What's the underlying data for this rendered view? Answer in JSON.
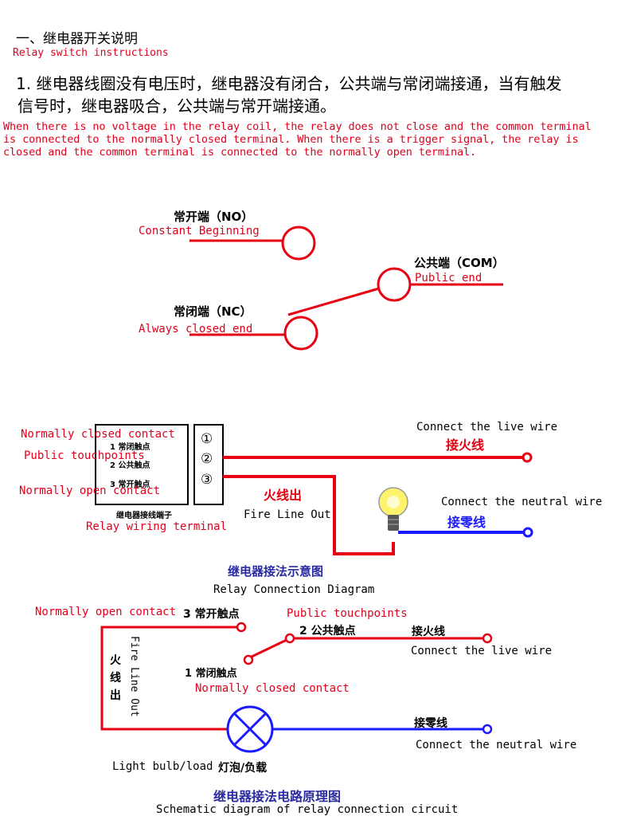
{
  "header": {
    "section_title": "一、继电器开关说明",
    "section_title_en": "Relay switch instructions",
    "point1_line1": "1. 继电器线圈没有电压时，继电器没有闭合，公共端与常闭端接通，当有触发",
    "point1_line2": "信号时，继电器吸合，公共端与常开端接通。",
    "point1_en_line1": "When there is no voltage in the relay coil, the relay does not close and the common terminal",
    "point1_en_line2": "is connected to the normally closed terminal. When there is a trigger signal, the relay is",
    "point1_en_line3": "closed and the common terminal is connected to the normally open terminal."
  },
  "diagram1": {
    "no_label": "常开端（NO）",
    "no_en": "Constant Beginning",
    "com_label": "公共端（COM）",
    "com_en": "Public end",
    "nc_label": "常闭端（NC）",
    "nc_en": "Always closed end"
  },
  "diagram2": {
    "nc_contact_en": "Normally closed contact",
    "com_touch_en": "Public touchpoints",
    "no_contact_en": "Normally open contact",
    "row1_cn": "1 常闭触点",
    "row2_cn": "2 公共触点",
    "row3_cn": "3 常开触点",
    "num1": "①",
    "num2": "②",
    "num3": "③",
    "terminal_cn": "继电器接线端子",
    "terminal_en": "Relay wiring terminal",
    "live_en": "Connect the live wire",
    "live_cn": "接火线",
    "fire_cn": "火线出",
    "fire_en": "Fire Line Out",
    "neutral_en": "Connect the neutral wire",
    "neutral_cn": "接零线",
    "title_cn": "继电器接法示意图",
    "title_en": "Relay Connection Diagram"
  },
  "diagram3": {
    "no_contact_en": "Normally open contact",
    "no_contact_cn": "3 常开触点",
    "com_touch_en": "Public touchpoints",
    "com_touch_cn": "2 公共触点",
    "live_cn": "接火线",
    "live_en": "Connect the live wire",
    "fire_cn": "火线出",
    "fire_en_vertical": "Fire Line Out",
    "nc_contact_cn": "1 常闭触点",
    "nc_contact_en": "Normally closed contact",
    "neutral_cn": "接零线",
    "neutral_en": "Connect the neutral wire",
    "load_en": "Light bulb/load",
    "load_cn": "灯泡/负载",
    "title_cn": "继电器接法电路原理图",
    "title_en": "Schematic diagram of relay connection circuit"
  },
  "colors": {
    "red_wire": "#e60012",
    "blue_wire": "#1a1aff",
    "red_text": "#e0001b",
    "title_blue": "#2a2aa0"
  }
}
